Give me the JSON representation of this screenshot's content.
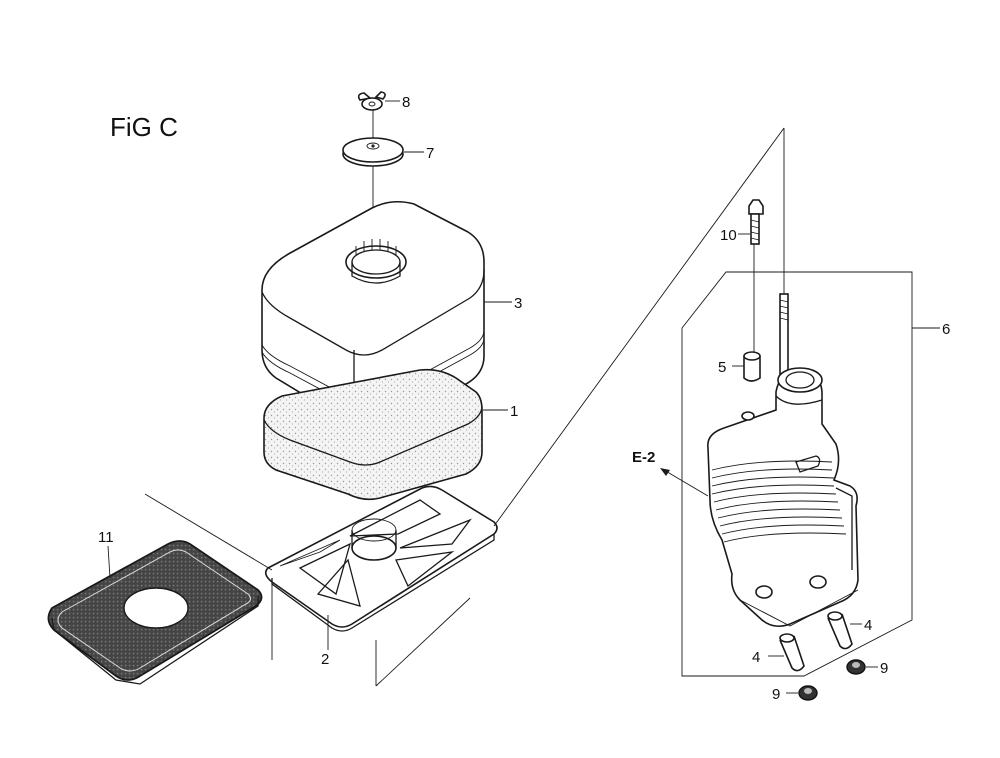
{
  "figure": {
    "title": "FiG C"
  },
  "callouts": {
    "c1": "1",
    "c2": "2",
    "c3": "3",
    "c4a": "4",
    "c4b": "4",
    "c5": "5",
    "c6": "6",
    "c7": "7",
    "c8": "8",
    "c9a": "9",
    "c9b": "9",
    "c10": "10",
    "c11": "11"
  },
  "references": {
    "e2": "E-2"
  }
}
